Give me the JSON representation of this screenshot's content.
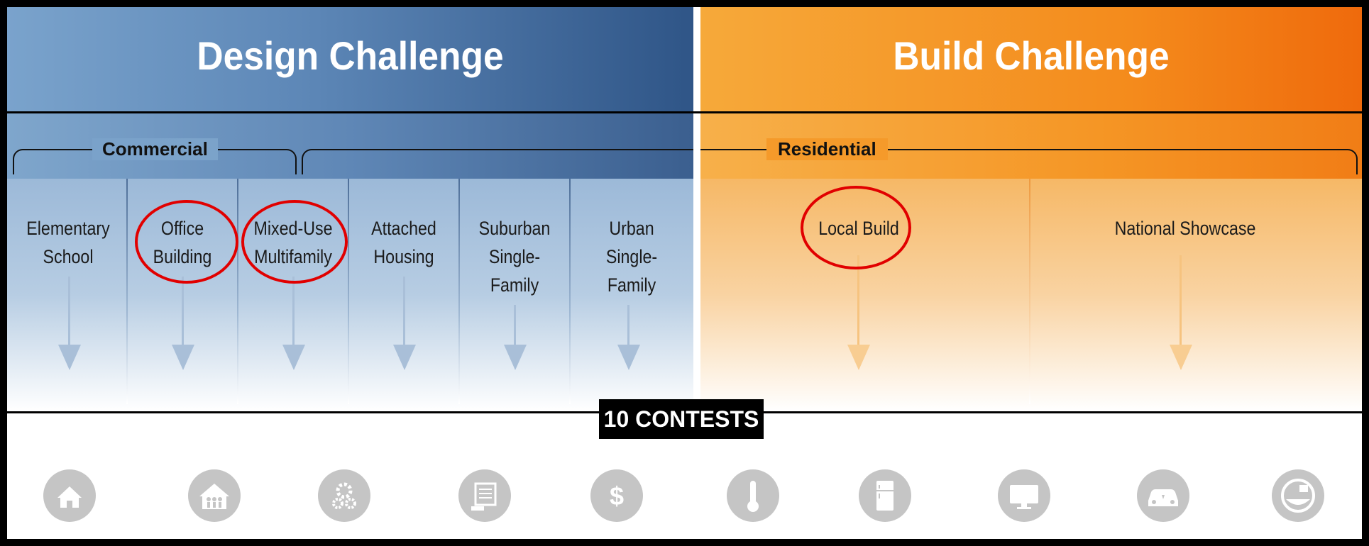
{
  "design": {
    "title": "Design Challenge",
    "group": "Commercial"
  },
  "build": {
    "title": "Build Challenge",
    "group": "Residential"
  },
  "columns": [
    {
      "label": "Elementary\nSchool",
      "circled": false
    },
    {
      "label": "Office\nBuilding",
      "circled": true
    },
    {
      "label": "Mixed-Use\nMultifamily",
      "circled": true
    },
    {
      "label": "Attached\nHousing",
      "circled": false
    },
    {
      "label": "Suburban\nSingle-\nFamily",
      "circled": false
    },
    {
      "label": "Urban\nSingle-\nFamily",
      "circled": false
    },
    {
      "label": "Local Build",
      "circled": true
    },
    {
      "label": "National Showcase",
      "circled": false
    }
  ],
  "contests_label": "10 CONTESTS",
  "contest_icons": [
    "house-icon",
    "family-home-icon",
    "gears-icon",
    "presentation-icon",
    "dollar-icon",
    "thermometer-icon",
    "refrigerator-icon",
    "monitor-icon",
    "car-charging-icon",
    "meter-icon"
  ],
  "colors": {
    "design_blue": "#5c86b6",
    "build_orange": "#f48b1c",
    "highlight_red": "#e10000",
    "icon_gray": "#c5c5c5"
  }
}
